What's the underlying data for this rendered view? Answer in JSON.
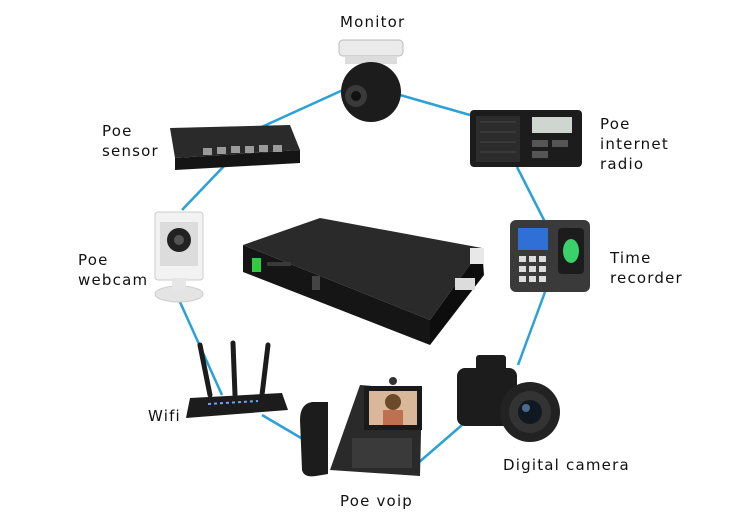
{
  "colors": {
    "link": "#2aa1d8",
    "device": "#1c1c1c",
    "accent": "#2ecc40"
  },
  "devices": [
    {
      "id": "monitor",
      "label": [
        "Monitor"
      ],
      "icon": "ptz-camera-icon"
    },
    {
      "id": "radio",
      "label": [
        "Poe",
        "internet",
        "radio"
      ],
      "icon": "radio-icon"
    },
    {
      "id": "recorder",
      "label": [
        "Time",
        "recorder"
      ],
      "icon": "fingerprint-terminal-icon"
    },
    {
      "id": "camera",
      "label": [
        "Digital camera"
      ],
      "icon": "dslr-camera-icon"
    },
    {
      "id": "voip",
      "label": [
        "Poe voip"
      ],
      "icon": "voip-phone-icon"
    },
    {
      "id": "wifi",
      "label": [
        "Wifi"
      ],
      "icon": "wifi-router-icon"
    },
    {
      "id": "webcam",
      "label": [
        "Poe",
        "webcam"
      ],
      "icon": "webcam-icon"
    },
    {
      "id": "sensor",
      "label": [
        "Poe",
        "sensor"
      ],
      "icon": "network-switch-icon"
    }
  ],
  "hub": {
    "icon": "ups-power-box-icon"
  }
}
